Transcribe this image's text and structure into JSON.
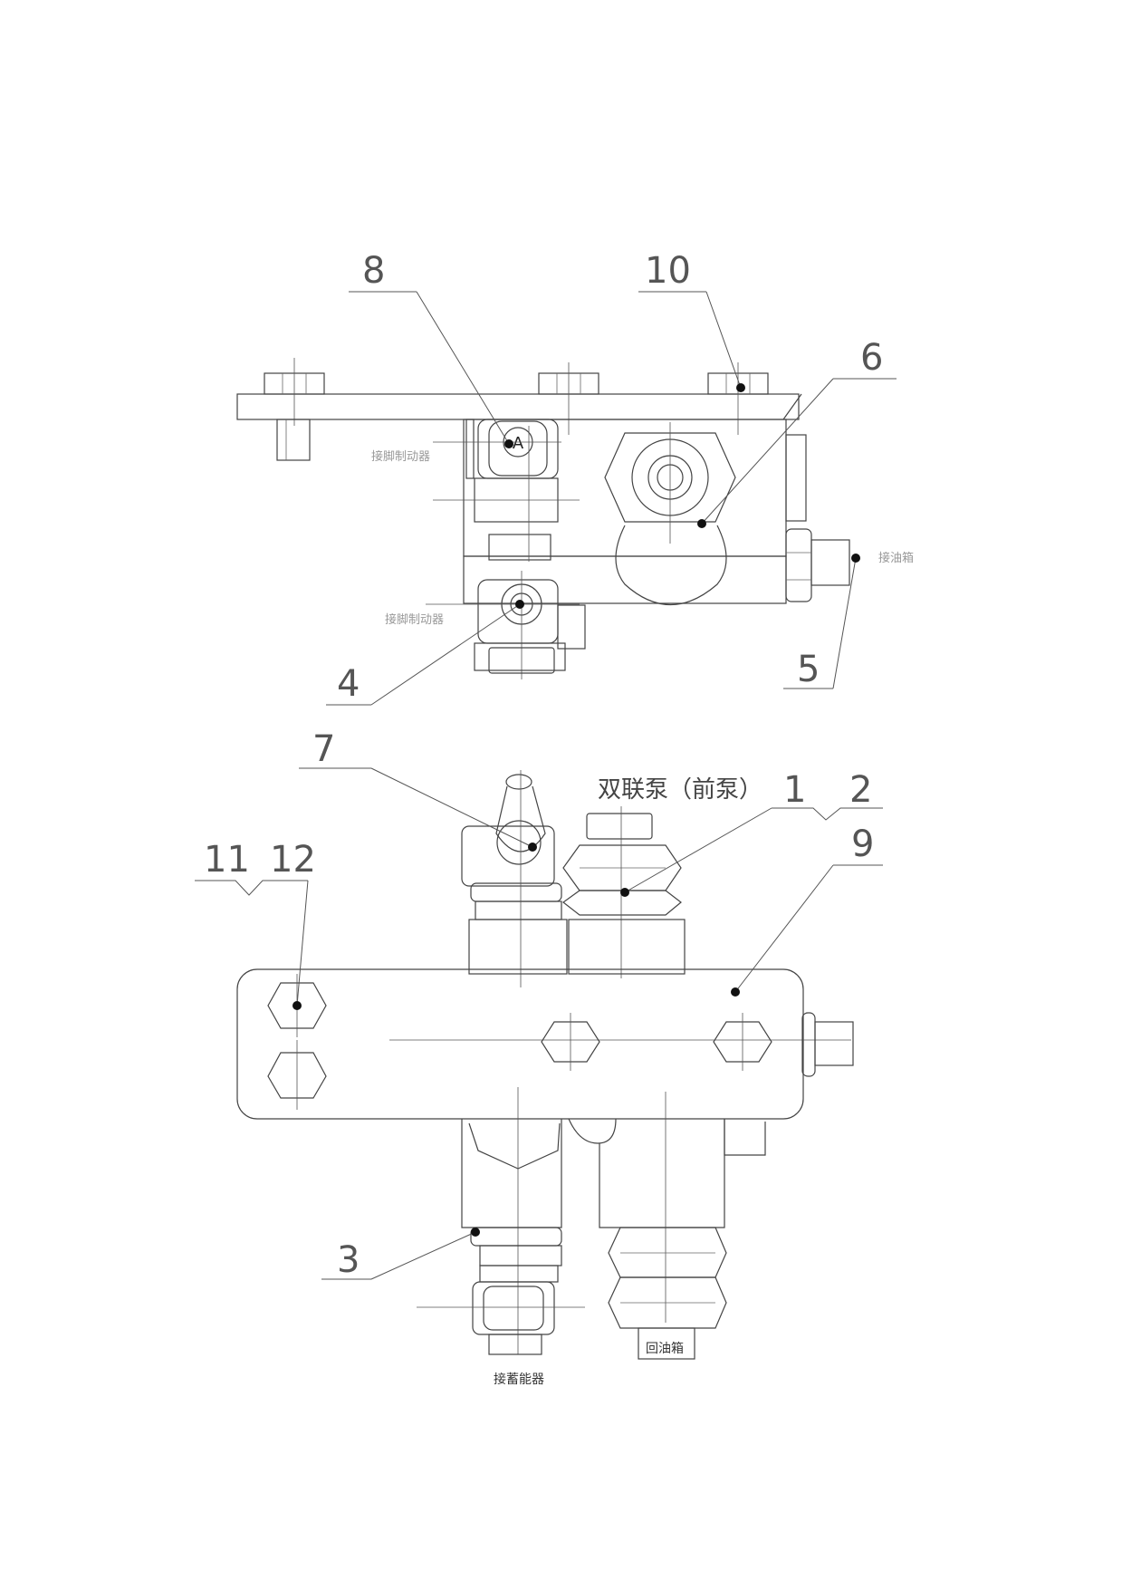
{
  "labels": {
    "brake_a": "接脚制动器",
    "brake_b": "接脚制动器",
    "to_tank_top": "接油箱",
    "pump_title": "双联泵（前泵）",
    "accumulator": "接蓄能器",
    "return_tank": "回油箱",
    "port_a": "A"
  },
  "callouts": {
    "c1": "1",
    "c2": "2",
    "c3": "3",
    "c4": "4",
    "c5": "5",
    "c6": "6",
    "c7": "7",
    "c8": "8",
    "c9": "9",
    "c10": "10",
    "c11": "11",
    "c12": "12"
  },
  "colors": {
    "line": "#444444",
    "dot": "#111111",
    "background": "#ffffff"
  }
}
